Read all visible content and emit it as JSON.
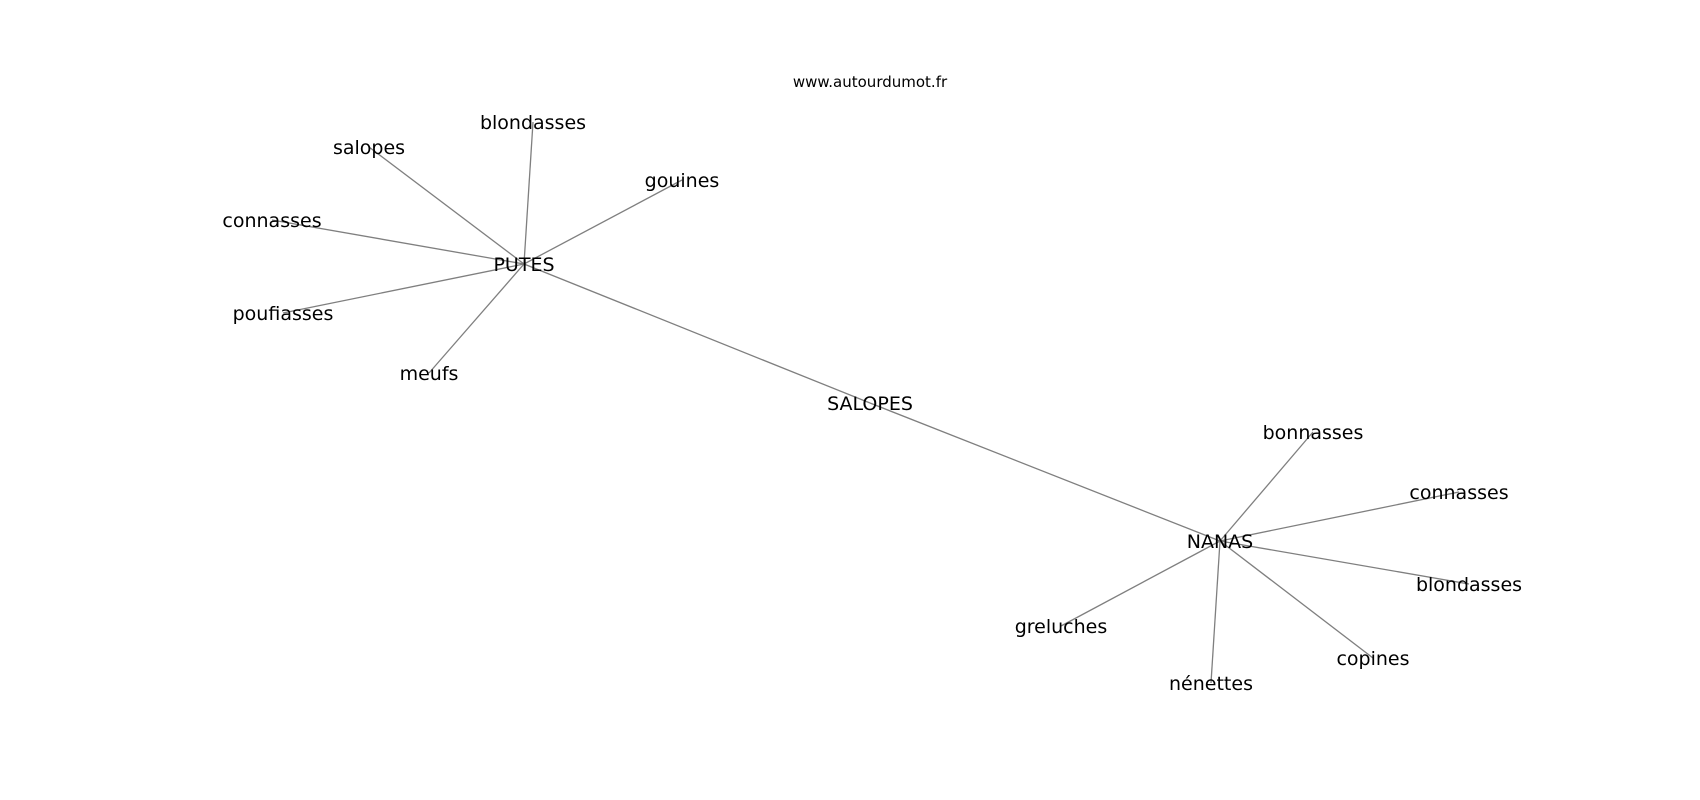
{
  "watermark": "www.autourdumot.fr",
  "graph": {
    "colors": {
      "edge": "#7f7f7f",
      "text": "#000000",
      "background": "#ffffff"
    },
    "center": {
      "id": "salopes-center",
      "label": "SALOPES"
    },
    "hubs": [
      {
        "id": "putes",
        "label": "PUTES"
      },
      {
        "id": "nanas",
        "label": "NANAS"
      }
    ],
    "leaves": [
      {
        "id": "putes-salopes",
        "hub": "putes",
        "label": "salopes"
      },
      {
        "id": "putes-blondasses",
        "hub": "putes",
        "label": "blondasses"
      },
      {
        "id": "putes-gouines",
        "hub": "putes",
        "label": "gouines"
      },
      {
        "id": "putes-connasses",
        "hub": "putes",
        "label": "connasses"
      },
      {
        "id": "putes-poufiasses",
        "hub": "putes",
        "label": "poufiasses"
      },
      {
        "id": "putes-meufs",
        "hub": "putes",
        "label": "meufs"
      },
      {
        "id": "nanas-bonnasses",
        "hub": "nanas",
        "label": "bonnasses"
      },
      {
        "id": "nanas-connasses",
        "hub": "nanas",
        "label": "connasses"
      },
      {
        "id": "nanas-blondasses",
        "hub": "nanas",
        "label": "blondasses"
      },
      {
        "id": "nanas-greluches",
        "hub": "nanas",
        "label": "greluches"
      },
      {
        "id": "nanas-copines",
        "hub": "nanas",
        "label": "copines"
      },
      {
        "id": "nanas-nenettes",
        "hub": "nanas",
        "label": "nénettes"
      }
    ]
  }
}
